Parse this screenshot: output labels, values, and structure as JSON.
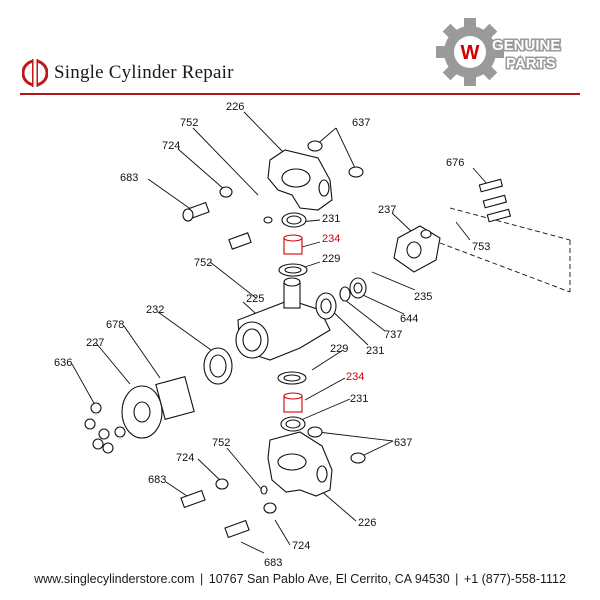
{
  "brand": {
    "name": "Single Cylinder Repair"
  },
  "badge": {
    "line1": "GENUINE",
    "line2": "PARTS",
    "letter": "W"
  },
  "footer": {
    "website": "www.singlecylinderstore.com",
    "address": "10767 San Pablo Ave, El Cerrito, CA 94530",
    "phone": "+1 (877)-558-1112",
    "separator": "|"
  },
  "colors": {
    "accent_red": "#d00000",
    "rule_red": "#b01818",
    "gear_gray": "#9a9a9a"
  },
  "callouts": [
    {
      "id": "226a",
      "text": "226"
    },
    {
      "id": "752a",
      "text": "752"
    },
    {
      "id": "637a",
      "text": "637"
    },
    {
      "id": "724a",
      "text": "724"
    },
    {
      "id": "683a",
      "text": "683"
    },
    {
      "id": "231a",
      "text": "231"
    },
    {
      "id": "234a",
      "text": "234",
      "highlight": true
    },
    {
      "id": "229a",
      "text": "229"
    },
    {
      "id": "676",
      "text": "676"
    },
    {
      "id": "237",
      "text": "237"
    },
    {
      "id": "753",
      "text": "753"
    },
    {
      "id": "235",
      "text": "235"
    },
    {
      "id": "644",
      "text": "644"
    },
    {
      "id": "737",
      "text": "737"
    },
    {
      "id": "231b",
      "text": "231"
    },
    {
      "id": "752b",
      "text": "752"
    },
    {
      "id": "225",
      "text": "225"
    },
    {
      "id": "232",
      "text": "232"
    },
    {
      "id": "678",
      "text": "678"
    },
    {
      "id": "227",
      "text": "227"
    },
    {
      "id": "636",
      "text": "636"
    },
    {
      "id": "229b",
      "text": "229"
    },
    {
      "id": "234b",
      "text": "234",
      "highlight": true
    },
    {
      "id": "231c",
      "text": "231"
    },
    {
      "id": "637b",
      "text": "637"
    },
    {
      "id": "752c",
      "text": "752"
    },
    {
      "id": "724b",
      "text": "724"
    },
    {
      "id": "683b",
      "text": "683"
    },
    {
      "id": "226b",
      "text": "226"
    },
    {
      "id": "683c",
      "text": "683"
    },
    {
      "id": "724c",
      "text": "724"
    }
  ]
}
